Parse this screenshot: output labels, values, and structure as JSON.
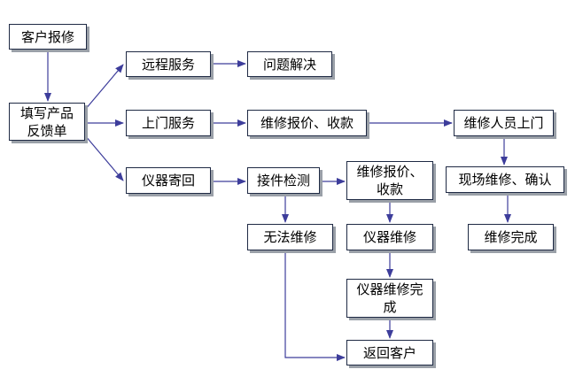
{
  "nodes": {
    "customer_report": "客户报修",
    "fill_feedback_line1": "填写产品",
    "fill_feedback_line2": "反馈单",
    "remote_service": "远程服务",
    "problem_solved": "问题解决",
    "onsite_service": "上门服务",
    "quote_collect_top": "维修报价、收款",
    "technician_visit": "维修人员上门",
    "instrument_return": "仪器寄回",
    "receive_inspect": "接件检测",
    "quote_collect_mid_line1": "维修报价、",
    "quote_collect_mid_line2": "收款",
    "onsite_repair_confirm": "现场维修、确认",
    "unrepairable": "无法维修",
    "instrument_repair": "仪器维修",
    "repair_complete": "维修完成",
    "instrument_repair_complete_line1": "仪器维修完",
    "instrument_repair_complete_line2": "成",
    "return_customer": "返回客户"
  },
  "colors": {
    "arrow": "#3d3d9b",
    "border": "#1f2a44",
    "shadow": "#9aa0a8"
  }
}
